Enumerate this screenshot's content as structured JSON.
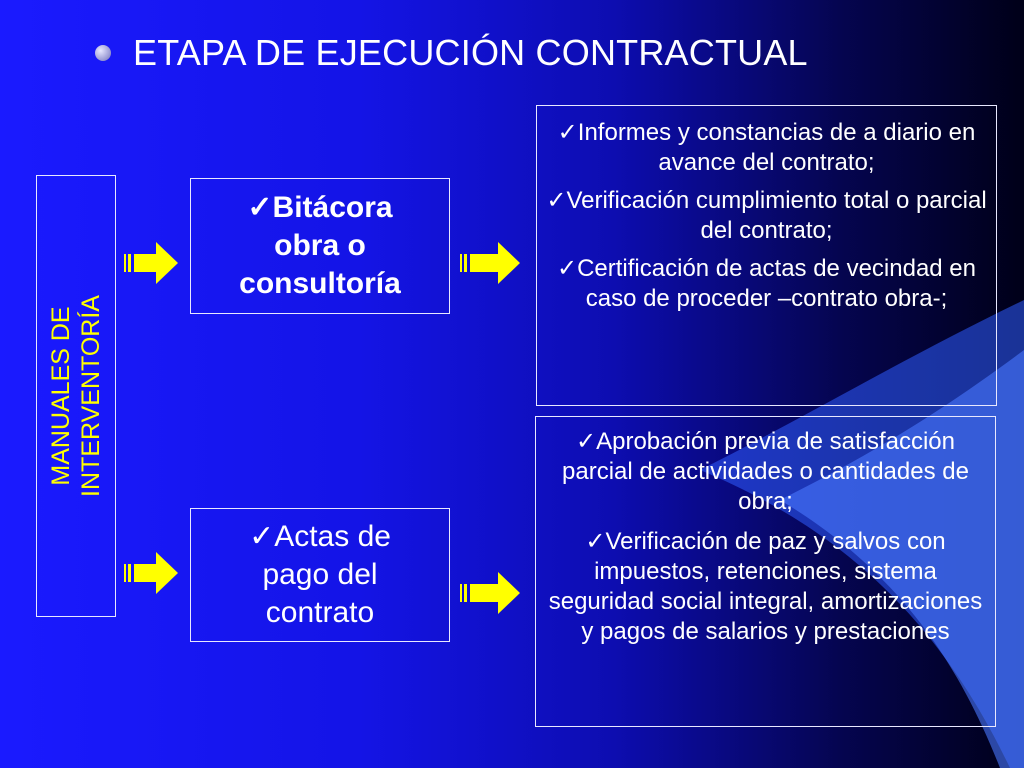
{
  "title": "ETAPA DE EJECUCIÓN CONTRACTUAL",
  "vertical_label": {
    "line1": "MANUALES DE",
    "line2": "INTERVENTORÍA"
  },
  "boxes": {
    "mid_top": "✓Bitácora obra o consultoría",
    "mid_bottom": "✓Actas de pago del contrato",
    "right_top": [
      "✓Informes y constancias de a diario en avance del contrato;",
      "✓Verificación cumplimiento total o parcial  del contrato;",
      "✓Certificación de actas de vecindad en caso de proceder –contrato obra-;"
    ],
    "right_bottom": [
      "✓Aprobación previa de satisfacción parcial de actividades o cantidades de obra;",
      "✓Verificación de paz y salvos con impuestos, retenciones, sistema seguridad social integral, amortizaciones y pagos de salarios y prestaciones"
    ]
  },
  "colors": {
    "arrow": "#ffff00",
    "vertical_text": "#ffff00",
    "swoosh": "#3a6aff"
  },
  "icons": [
    "bullet-icon",
    "arrow-right-icon",
    "checkmark-icon"
  ]
}
